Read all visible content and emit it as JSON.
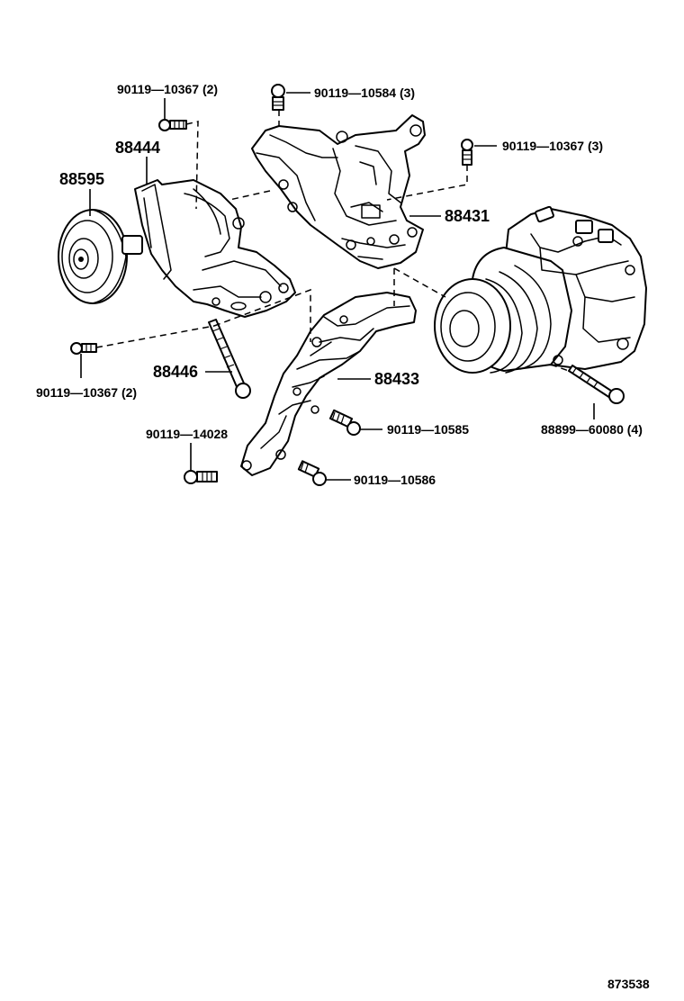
{
  "diagram_id": "873538",
  "labels": {
    "bolt_top_left": "90119—10367 (2)",
    "bolt_top_center": "90119—10584 (3)",
    "bolt_top_right": "90119—10367 (3)",
    "bracket_88444": "88444",
    "pulley_88595": "88595",
    "bracket_88431": "88431",
    "bolt_88446": "88446",
    "bracket_88433": "88433",
    "bolt_left_mid": "90119—10367 (2)",
    "bolt_14028": "90119—14028",
    "bolt_10585": "90119—10585",
    "bolt_10586": "90119—10586",
    "bolt_compressor": "88899—60080 (4)"
  }
}
